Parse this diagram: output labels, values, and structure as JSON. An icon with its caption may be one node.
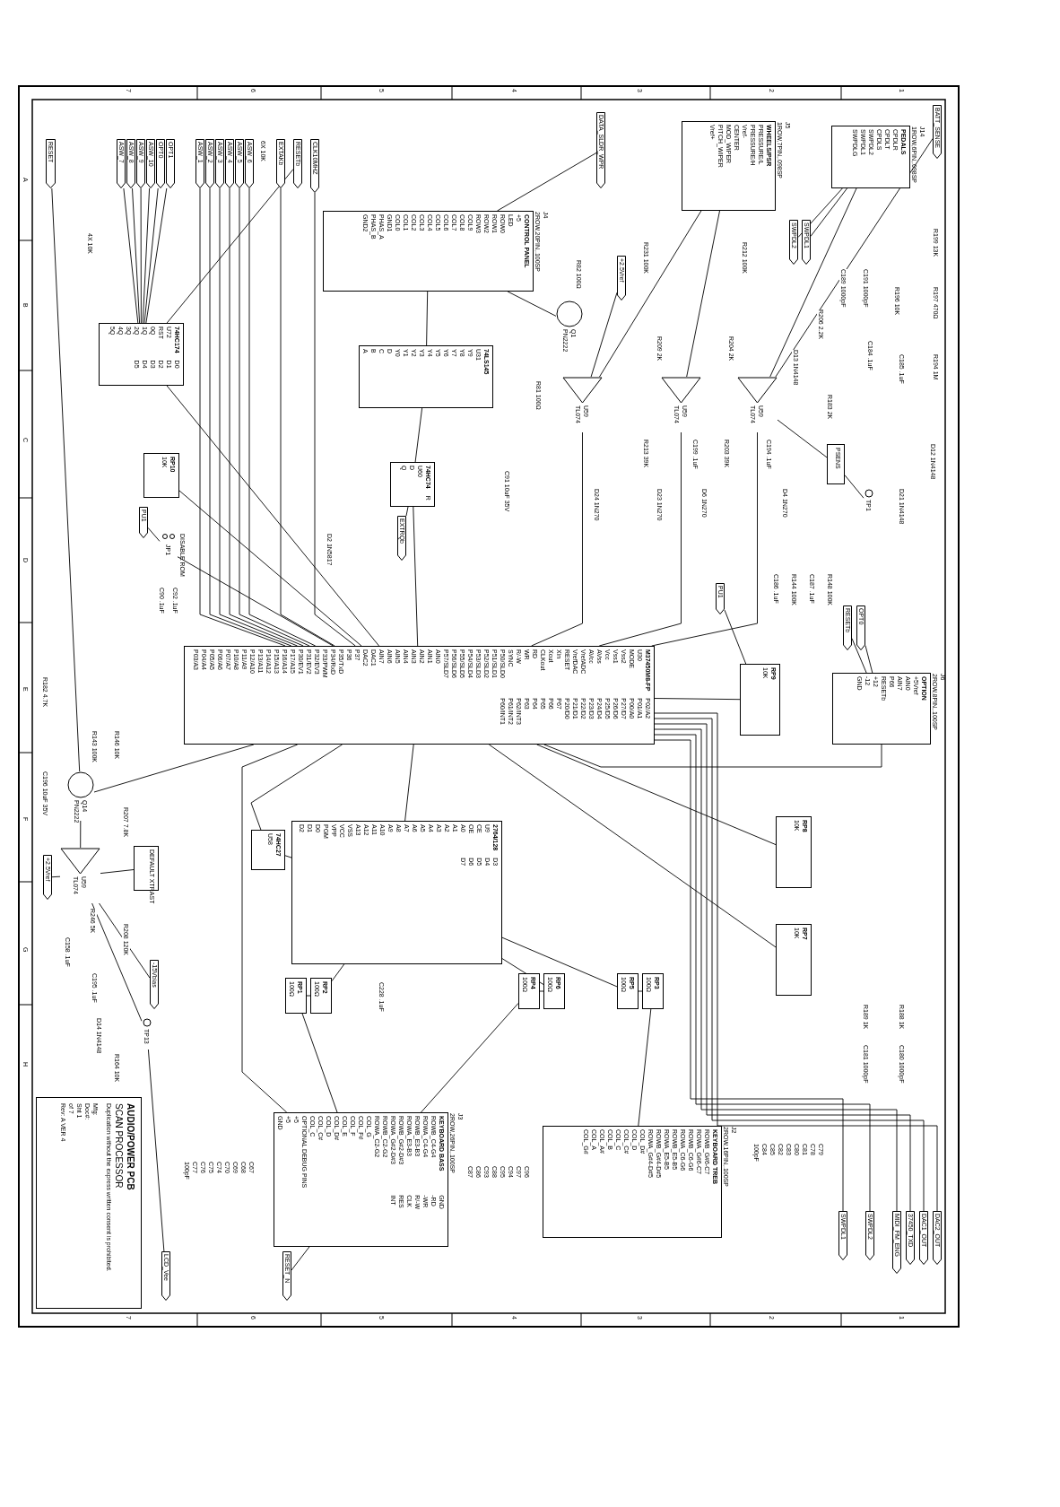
{
  "diagram": {
    "nodes": [
      {
        "text": [
          "RESET"
        ]
      },
      {
        "text": [
          "ASW_7"
        ]
      },
      {
        "text": [
          "ASW_8"
        ]
      },
      {
        "text": [
          "ASW_9"
        ]
      },
      {
        "text": [
          "ASW_10"
        ]
      },
      {
        "text": [
          "OPT0"
        ]
      },
      {
        "text": [
          "OPT1"
        ]
      },
      {
        "text": [
          "ASW_1"
        ]
      },
      {
        "text": [
          "ASW_2"
        ]
      },
      {
        "text": [
          "ASW_3"
        ]
      },
      {
        "text": [
          "ASW_4"
        ]
      },
      {
        "text": [
          "ASW_5"
        ]
      },
      {
        "text": [
          "ASW_6"
        ]
      },
      {
        "text": [
          "EXTAKb"
        ]
      },
      {
        "text": [
          "RESETb"
        ]
      },
      {
        "text": [
          "CLK10MHZ"
        ]
      },
      {
        "text": [
          "DATA_SLDR_WPR"
        ]
      },
      {
        "text": [
          "BATT_SENSE"
        ]
      },
      {
        "text": [
          "PEDALS",
          "CPDLR",
          "CPDLT",
          "CPDLS",
          "SWPDL2",
          "SWPDL1",
          "SWPDLG"
        ],
        "beside": [
          "J14",
          "1ROW,6PIN,.098SP"
        ]
      },
      {
        "text": [
          "SWPDL1"
        ]
      },
      {
        "text": [
          "SWPDL2"
        ]
      },
      {
        "text": [
          "WHEELS/PSR",
          "PRESSURE/L",
          "PRESSURE/H",
          "Vref-",
          "CENTER",
          "MOD_WIPER",
          "PITCH_WIPER",
          "Vref+"
        ],
        "beside": [
          "J5",
          "1ROW,7PIN,.098SP"
        ]
      },
      {
        "text": [
          "+2.5Vref"
        ]
      },
      {
        "text": [
          "CONTROL PANEL",
          "+5",
          "LED",
          "ROW0",
          "ROW1",
          "ROW2",
          "ROW3",
          "COL9",
          "COL8",
          "COL7",
          "COL6",
          "COL5",
          "COL4",
          "COL3",
          "COL2",
          "COL1",
          "COL0",
          "GND1",
          "PHAS_A",
          "PHAS_B",
          "GND2"
        ],
        "beside": [
          "J4",
          "2ROW,20PIN,.100SP"
        ]
      },
      {
        "text": [
          "74LS145",
          "U31",
          "Y9",
          "Y8",
          "Y7",
          "Y6",
          "Y5",
          "Y4",
          "Y3",
          "Y2",
          "Y1",
          "Y0",
          "D",
          "C",
          "B",
          "A"
        ]
      },
      {
        "text": [
          "Q1",
          "PN2222"
        ]
      },
      {
        "text": [
          "U59",
          "TL074"
        ]
      },
      {
        "text": [
          "U59",
          "TL074"
        ]
      },
      {
        "text": [
          "U59",
          "TL074"
        ]
      },
      {
        "text": [
          "PSENS"
        ]
      },
      {
        "text": [
          "TP1"
        ]
      },
      {
        "text": [
          "OPTION",
          "+5Vref",
          "AIN0",
          "AIN7",
          "P66",
          "RESETb",
          "+12",
          "-12",
          "GND"
        ],
        "beside": [
          "J6",
          "2ROW,8PIN,.100SP"
        ]
      },
      {
        "text": [
          "OPT0"
        ]
      },
      {
        "text": [
          "RESETb"
        ]
      },
      {
        "text": [
          "PU1"
        ]
      },
      {
        "text": [
          "RP9",
          "10K"
        ]
      },
      {
        "text": [
          "M37450M8-FP",
          "U30",
          "MODE",
          "Vss2",
          "Vss1",
          "Vcc",
          "AVss",
          "AVcc",
          "VrefADC",
          "VrefDAC",
          "RESET",
          "Xin",
          "Xout",
          "CLKout",
          "RD",
          "WR",
          "R/-W",
          "SYNC",
          "P50/SLD0",
          "P51/SLD1",
          "P52/SLD2",
          "P53/SLD3",
          "P54/SLD4",
          "P55/SLD5",
          "P56/SLD6",
          "P57/SLD7",
          "AIN0",
          "AIN1",
          "AIN2",
          "AIN3",
          "AIN4",
          "AIN5",
          "AIN6",
          "AIN7",
          "DAC1",
          "DAC2",
          "P37",
          "P36",
          "P35/TxD",
          "P34/RxD",
          "P33/PWM",
          "P32/EV3",
          "P31/EV2",
          "P30/EV1",
          "P17/A15",
          "P16/A14",
          "P15/A13",
          "P14/A12",
          "P13/A11",
          "P12/A10",
          "P11/A9",
          "P10/A8",
          "P07/A7",
          "P06/A6",
          "P05/A5",
          "P04/A4",
          "P03/A3",
          "P02/A2",
          "P01/A1",
          "P00/A0",
          "P27/D7",
          "P26/D6",
          "P25/D5",
          "P24/D4",
          "P23/D3",
          "P22/D2",
          "P21/D1",
          "P20/D0",
          "P67",
          "P66",
          "P65",
          "P64",
          "P63",
          "P62/INT3",
          "P61/INT2",
          "P60/INT1"
        ]
      },
      {
        "text": [
          "74HC174",
          "U72",
          "RST",
          "0Q",
          "1Q",
          "2Q",
          "3Q",
          "4Q",
          "5Q",
          "D0",
          "D1",
          "D2",
          "D3",
          "D4",
          "D5"
        ]
      },
      {
        "text": [
          "RP10",
          "10K"
        ]
      },
      {
        "text": [
          "JP1"
        ],
        "beside": [
          "DISABLE ROM"
        ]
      },
      {
        "text": [
          "PU1"
        ]
      },
      {
        "text": [
          "EXTRQb"
        ]
      },
      {
        "text": [
          "74HC74",
          "U60",
          "D",
          "Q",
          "R"
        ]
      },
      {
        "text": [
          "Q14",
          "PN2222"
        ]
      },
      {
        "text": [
          "DEFAULT XTRAST"
        ]
      },
      {
        "text": [
          "U59",
          "TL074"
        ]
      },
      {
        "text": [
          "+2.5Vref"
        ]
      },
      {
        "text": [
          "-15Vbias"
        ]
      },
      {
        "text": [
          "TP13"
        ]
      },
      {
        "text": [
          "LCD_Vee"
        ]
      },
      {
        "text": [
          "AUDIO/POWER PCB",
          "SCAN PROCESSOR",
          "Duplication without the express written consent is prohibited.",
          "Mfg:",
          "Doc#:",
          "Sht 1",
          "of 7",
          "Rev: A VER 4"
        ]
      },
      {
        "text": [
          "2764/128",
          "U9",
          "CE",
          "OE",
          "A0",
          "A1",
          "A2",
          "A3",
          "A4",
          "A5",
          "A6",
          "A7",
          "A8",
          "A9",
          "A10",
          "A11",
          "A12",
          "A13",
          "VSS",
          "VCC",
          "VPP",
          "PGM",
          "D0",
          "D1",
          "D2",
          "D3",
          "D4",
          "D5",
          "D6",
          "D7"
        ]
      },
      {
        "text": [
          "74HC27",
          "U58"
        ]
      },
      {
        "text": [
          "RP2",
          "100Ω"
        ]
      },
      {
        "text": [
          "RP1",
          "100Ω"
        ]
      },
      {
        "text": [
          "RP6",
          "100Ω"
        ]
      },
      {
        "text": [
          "RP4",
          "100Ω"
        ]
      },
      {
        "text": [
          "RP5",
          "100Ω"
        ]
      },
      {
        "text": [
          "RP3",
          "100Ω"
        ]
      },
      {
        "text": [
          "RP8",
          "10K"
        ]
      },
      {
        "text": [
          "RP7",
          "10K"
        ]
      },
      {
        "text": [
          "KEYBOARD BASS",
          "ROWB_C4-G4",
          "ROWA_C4-G4",
          "ROWB_E3-B3",
          "ROWA_E3-B3",
          "ROWB_G#2-D#3",
          "ROWA_G#2-D#3",
          "ROWB_C2-G2",
          "ROWA_C2-G2",
          "COL_G",
          "COL_F#",
          "COL_F",
          "COL_E",
          "COL_D#",
          "COL_D",
          "COL_C#",
          "COL_C",
          "OPTIONAL DEBUG PINS",
          "+5",
          "+5",
          "GND",
          "GND",
          "-RD",
          "-WR",
          "R/-W",
          "CLK",
          "RES",
          "INT"
        ],
        "beside": [
          "J3",
          "2ROW,26PIN,.100SP"
        ]
      },
      {
        "text": [
          "KEYBOARD TREB",
          "ROWB_G#6-C7",
          "ROWA_G#6-C7",
          "ROWB_C6-G6",
          "ROWA_C6-G6",
          "ROWB_E5-B5",
          "ROWA_E5-B5",
          "ROWB_G#4-D#5",
          "ROWA_G#4-D#5",
          "COL_D#",
          "COL_D",
          "COL_C#",
          "COL_C",
          "COL_B",
          "COL_A#",
          "COL_A",
          "COL_G#"
        ],
        "beside": [
          "J2",
          "2ROW,16PIN,.100SP"
        ]
      },
      {
        "text": [
          "RESET_N"
        ]
      },
      {
        "text": [
          "SWPDL1"
        ]
      },
      {
        "text": [
          "SWPDL2"
        ]
      },
      {
        "text": [
          "MIDI_FM_ENG"
        ]
      },
      {
        "text": [
          "37450_TXD"
        ]
      },
      {
        "text": [
          "DAC1_OUT"
        ]
      },
      {
        "text": [
          "DAC2_OUT"
        ]
      }
    ],
    "edges": [
      {
        "from": 0,
        "to": 43,
        "arrow": "none"
      },
      {
        "from": 1,
        "to": 37,
        "arrow": "none"
      },
      {
        "from": 2,
        "to": 37,
        "arrow": "none"
      },
      {
        "from": 3,
        "to": 37,
        "arrow": "none"
      },
      {
        "from": 4,
        "to": 37,
        "arrow": "none"
      },
      {
        "from": 5,
        "to": 37,
        "arrow": "none"
      },
      {
        "from": 6,
        "to": 37,
        "arrow": "none"
      },
      {
        "from": 7,
        "to": 36,
        "arrow": "none"
      },
      {
        "from": 8,
        "to": 36,
        "arrow": "none"
      },
      {
        "from": 9,
        "to": 36,
        "arrow": "none"
      },
      {
        "from": 10,
        "to": 36,
        "arrow": "none"
      },
      {
        "from": 11,
        "to": 36,
        "arrow": "none"
      },
      {
        "from": 12,
        "to": 36,
        "arrow": "none"
      },
      {
        "from": 13,
        "to": 36,
        "arrow": "none"
      },
      {
        "from": 14,
        "to": 37,
        "arrow": "none"
      },
      {
        "from": 15,
        "to": 36,
        "arrow": "none"
      },
      {
        "from": 37,
        "to": 36,
        "arrow": "none"
      },
      {
        "from": 38,
        "to": 36,
        "arrow": "none"
      },
      {
        "from": 16,
        "to": 23,
        "arrow": "none"
      },
      {
        "from": 23,
        "to": 24,
        "arrow": "none"
      },
      {
        "from": 24,
        "to": 42,
        "arrow": "none"
      },
      {
        "from": 42,
        "to": 36,
        "arrow": "none"
      },
      {
        "from": 25,
        "to": 23,
        "arrow": "none"
      },
      {
        "from": 21,
        "to": 26,
        "arrow": "none"
      },
      {
        "from": 21,
        "to": 27,
        "arrow": "none"
      },
      {
        "from": 22,
        "to": 26,
        "arrow": "none"
      },
      {
        "from": 26,
        "to": 36,
        "arrow": "none"
      },
      {
        "from": 27,
        "to": 36,
        "arrow": "none"
      },
      {
        "from": 28,
        "to": 36,
        "arrow": "none"
      },
      {
        "from": 18,
        "to": 28,
        "arrow": "none"
      },
      {
        "from": 18,
        "to": 19,
        "arrow": "none"
      },
      {
        "from": 18,
        "to": 20,
        "arrow": "none"
      },
      {
        "from": 17,
        "to": 28,
        "arrow": "none"
      },
      {
        "from": 29,
        "to": 28,
        "arrow": "none"
      },
      {
        "from": 30,
        "to": 29,
        "arrow": "none"
      },
      {
        "from": 31,
        "to": 36,
        "arrow": "none"
      },
      {
        "from": 32,
        "to": 31,
        "arrow": "none"
      },
      {
        "from": 33,
        "to": 31,
        "arrow": "none"
      },
      {
        "from": 34,
        "to": 35,
        "arrow": "none"
      },
      {
        "from": 35,
        "to": 36,
        "arrow": "none"
      },
      {
        "from": 39,
        "to": 36,
        "arrow": "none"
      },
      {
        "from": 40,
        "to": 39,
        "arrow": "none"
      },
      {
        "from": 41,
        "to": 42,
        "arrow": "none"
      },
      {
        "from": 36,
        "to": 51,
        "arrow": "none"
      },
      {
        "from": 36,
        "to": 52,
        "arrow": "none"
      },
      {
        "from": 52,
        "to": 51,
        "arrow": "none"
      },
      {
        "from": 51,
        "to": 53,
        "arrow": "none"
      },
      {
        "from": 53,
        "to": 54,
        "arrow": "none"
      },
      {
        "from": 54,
        "to": 61,
        "arrow": "none"
      },
      {
        "from": 51,
        "to": 55,
        "arrow": "none"
      },
      {
        "from": 55,
        "to": 56,
        "arrow": "none"
      },
      {
        "from": 56,
        "to": 61,
        "arrow": "none"
      },
      {
        "from": 51,
        "to": 57,
        "arrow": "none"
      },
      {
        "from": 57,
        "to": 58,
        "arrow": "none"
      },
      {
        "from": 58,
        "to": 62,
        "arrow": "none"
      },
      {
        "from": 59,
        "to": 36,
        "arrow": "none"
      },
      {
        "from": 60,
        "to": 36,
        "arrow": "none"
      },
      {
        "from": 61,
        "to": 63,
        "arrow": "none"
      },
      {
        "from": 61,
        "to": 36,
        "arrow": "none"
      },
      {
        "from": 36,
        "to": 64,
        "arrow": "none"
      },
      {
        "from": 36,
        "to": 65,
        "arrow": "none"
      },
      {
        "from": 36,
        "to": 66,
        "arrow": "none"
      },
      {
        "from": 36,
        "to": 67,
        "arrow": "none"
      },
      {
        "from": 36,
        "to": 68,
        "arrow": "none"
      },
      {
        "from": 36,
        "to": 69,
        "arrow": "none"
      },
      {
        "from": 43,
        "to": 36,
        "arrow": "none"
      },
      {
        "from": 44,
        "to": 45,
        "arrow": "none"
      },
      {
        "from": 46,
        "to": 45,
        "arrow": "none"
      },
      {
        "from": 47,
        "to": 45,
        "arrow": "none"
      },
      {
        "from": 48,
        "to": 45,
        "arrow": "none"
      },
      {
        "from": 49,
        "to": 48,
        "arrow": "none"
      },
      {
        "from": 45,
        "to": 43,
        "arrow": "none"
      }
    ],
    "labels": [
      "7",
      "6",
      "5",
      "4",
      "3",
      "2",
      "1",
      "7",
      "6",
      "5",
      "4",
      "3",
      "2",
      "1",
      "A",
      "B",
      "C",
      "D",
      "E",
      "F",
      "G",
      "H",
      "4X 10K",
      "6X 10K",
      "R82 100Ω",
      "R81 100Ω",
      "C91 10uF 35V",
      "R231 100K",
      "R212 100K",
      "R206 2.2K",
      "D13 1N4148",
      "R209 2K",
      "R204 2K",
      "R199 13K",
      "R197 470Ω",
      "R196 10K",
      "R194 1M",
      "C189 1000pF",
      "C191 1000pF",
      "C184 .1uF",
      "C185 .1uF",
      "D12 1N4148",
      "R183 2K",
      "R213 39K",
      "C199 .1uF",
      "R203 39K",
      "C194 .1uF",
      "D24 1N270",
      "D23 1N270",
      "D6 1N270",
      "D4 1N270",
      "D21 1N4148",
      "C186 .1uF",
      "R144 100K",
      "C187 .1uF",
      "R148 100K",
      "C92 .1uF",
      "C90 .1uF",
      "D2 1N5817",
      "R182 4.7K",
      "R143 100K",
      "R146 10K",
      "R207 7.8K",
      "C196 10uF 35V",
      "R246 5K",
      "R208 120K",
      "C195 .1uF",
      "C158 .1uF",
      "D14 1N4148",
      "R164 10K",
      "C228 .1uF",
      "R189 1K",
      "R188 1K",
      "C181 1000pF",
      "C180 1000pF",
      "C67",
      "C68",
      "C69",
      "C70",
      "C74",
      "C75",
      "C76",
      "C77",
      "100pF",
      "C96",
      "C97",
      "C94",
      "C95",
      "C88",
      "C93",
      "C86",
      "C87",
      "C79",
      "C78",
      "C81",
      "C80",
      "C83",
      "C82",
      "C85",
      "C84",
      "100pF"
    ]
  }
}
